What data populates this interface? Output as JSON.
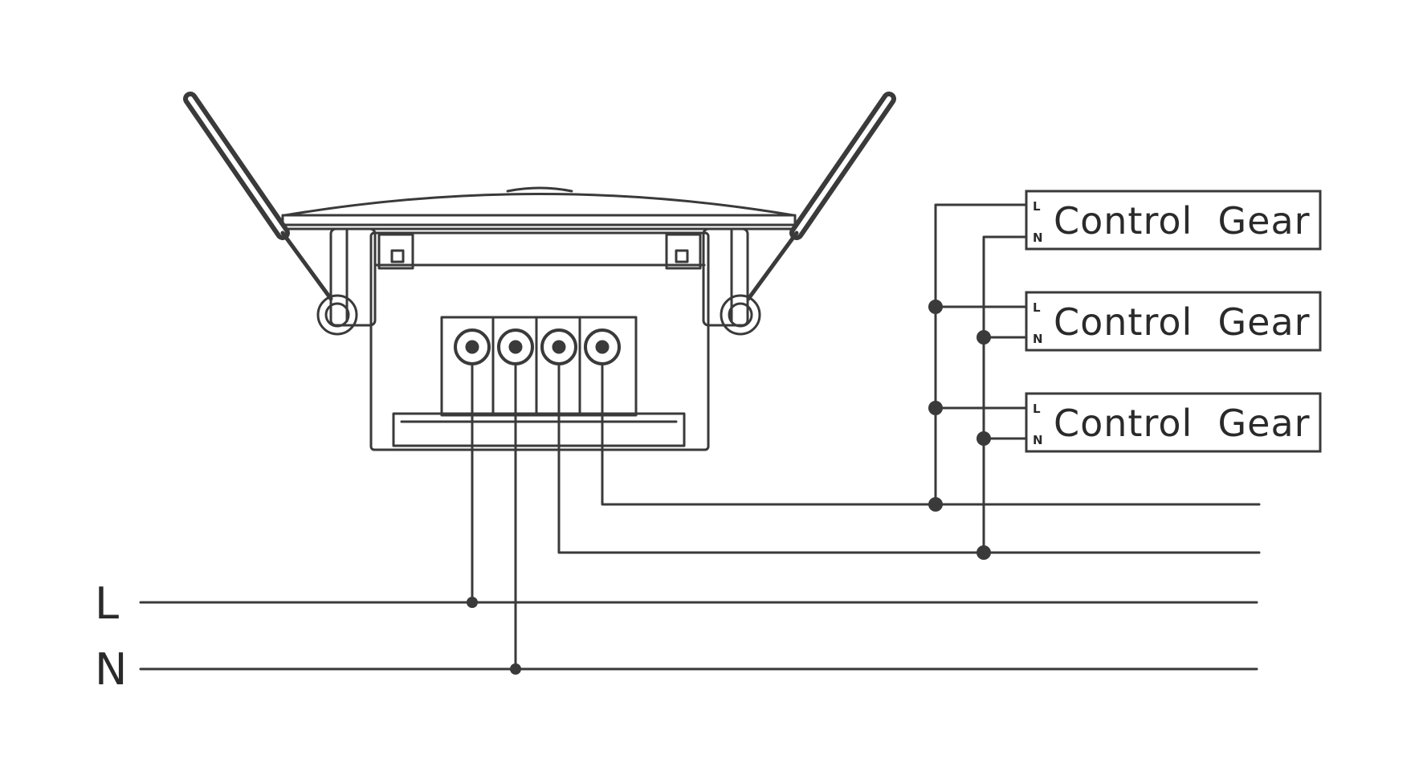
{
  "diagram": {
    "stroke_color": "#3a3a3a",
    "background_color": "#ffffff",
    "supply_lines": [
      {
        "id": "L",
        "label": "L"
      },
      {
        "id": "N",
        "label": "N"
      }
    ],
    "sensor": {
      "terminal_count": 4
    },
    "control_gears": [
      {
        "label": "Control  Gear",
        "term_l": "L",
        "term_n": "N"
      },
      {
        "label": "Control  Gear",
        "term_l": "L",
        "term_n": "N"
      },
      {
        "label": "Control  Gear",
        "term_l": "L",
        "term_n": "N"
      }
    ]
  }
}
